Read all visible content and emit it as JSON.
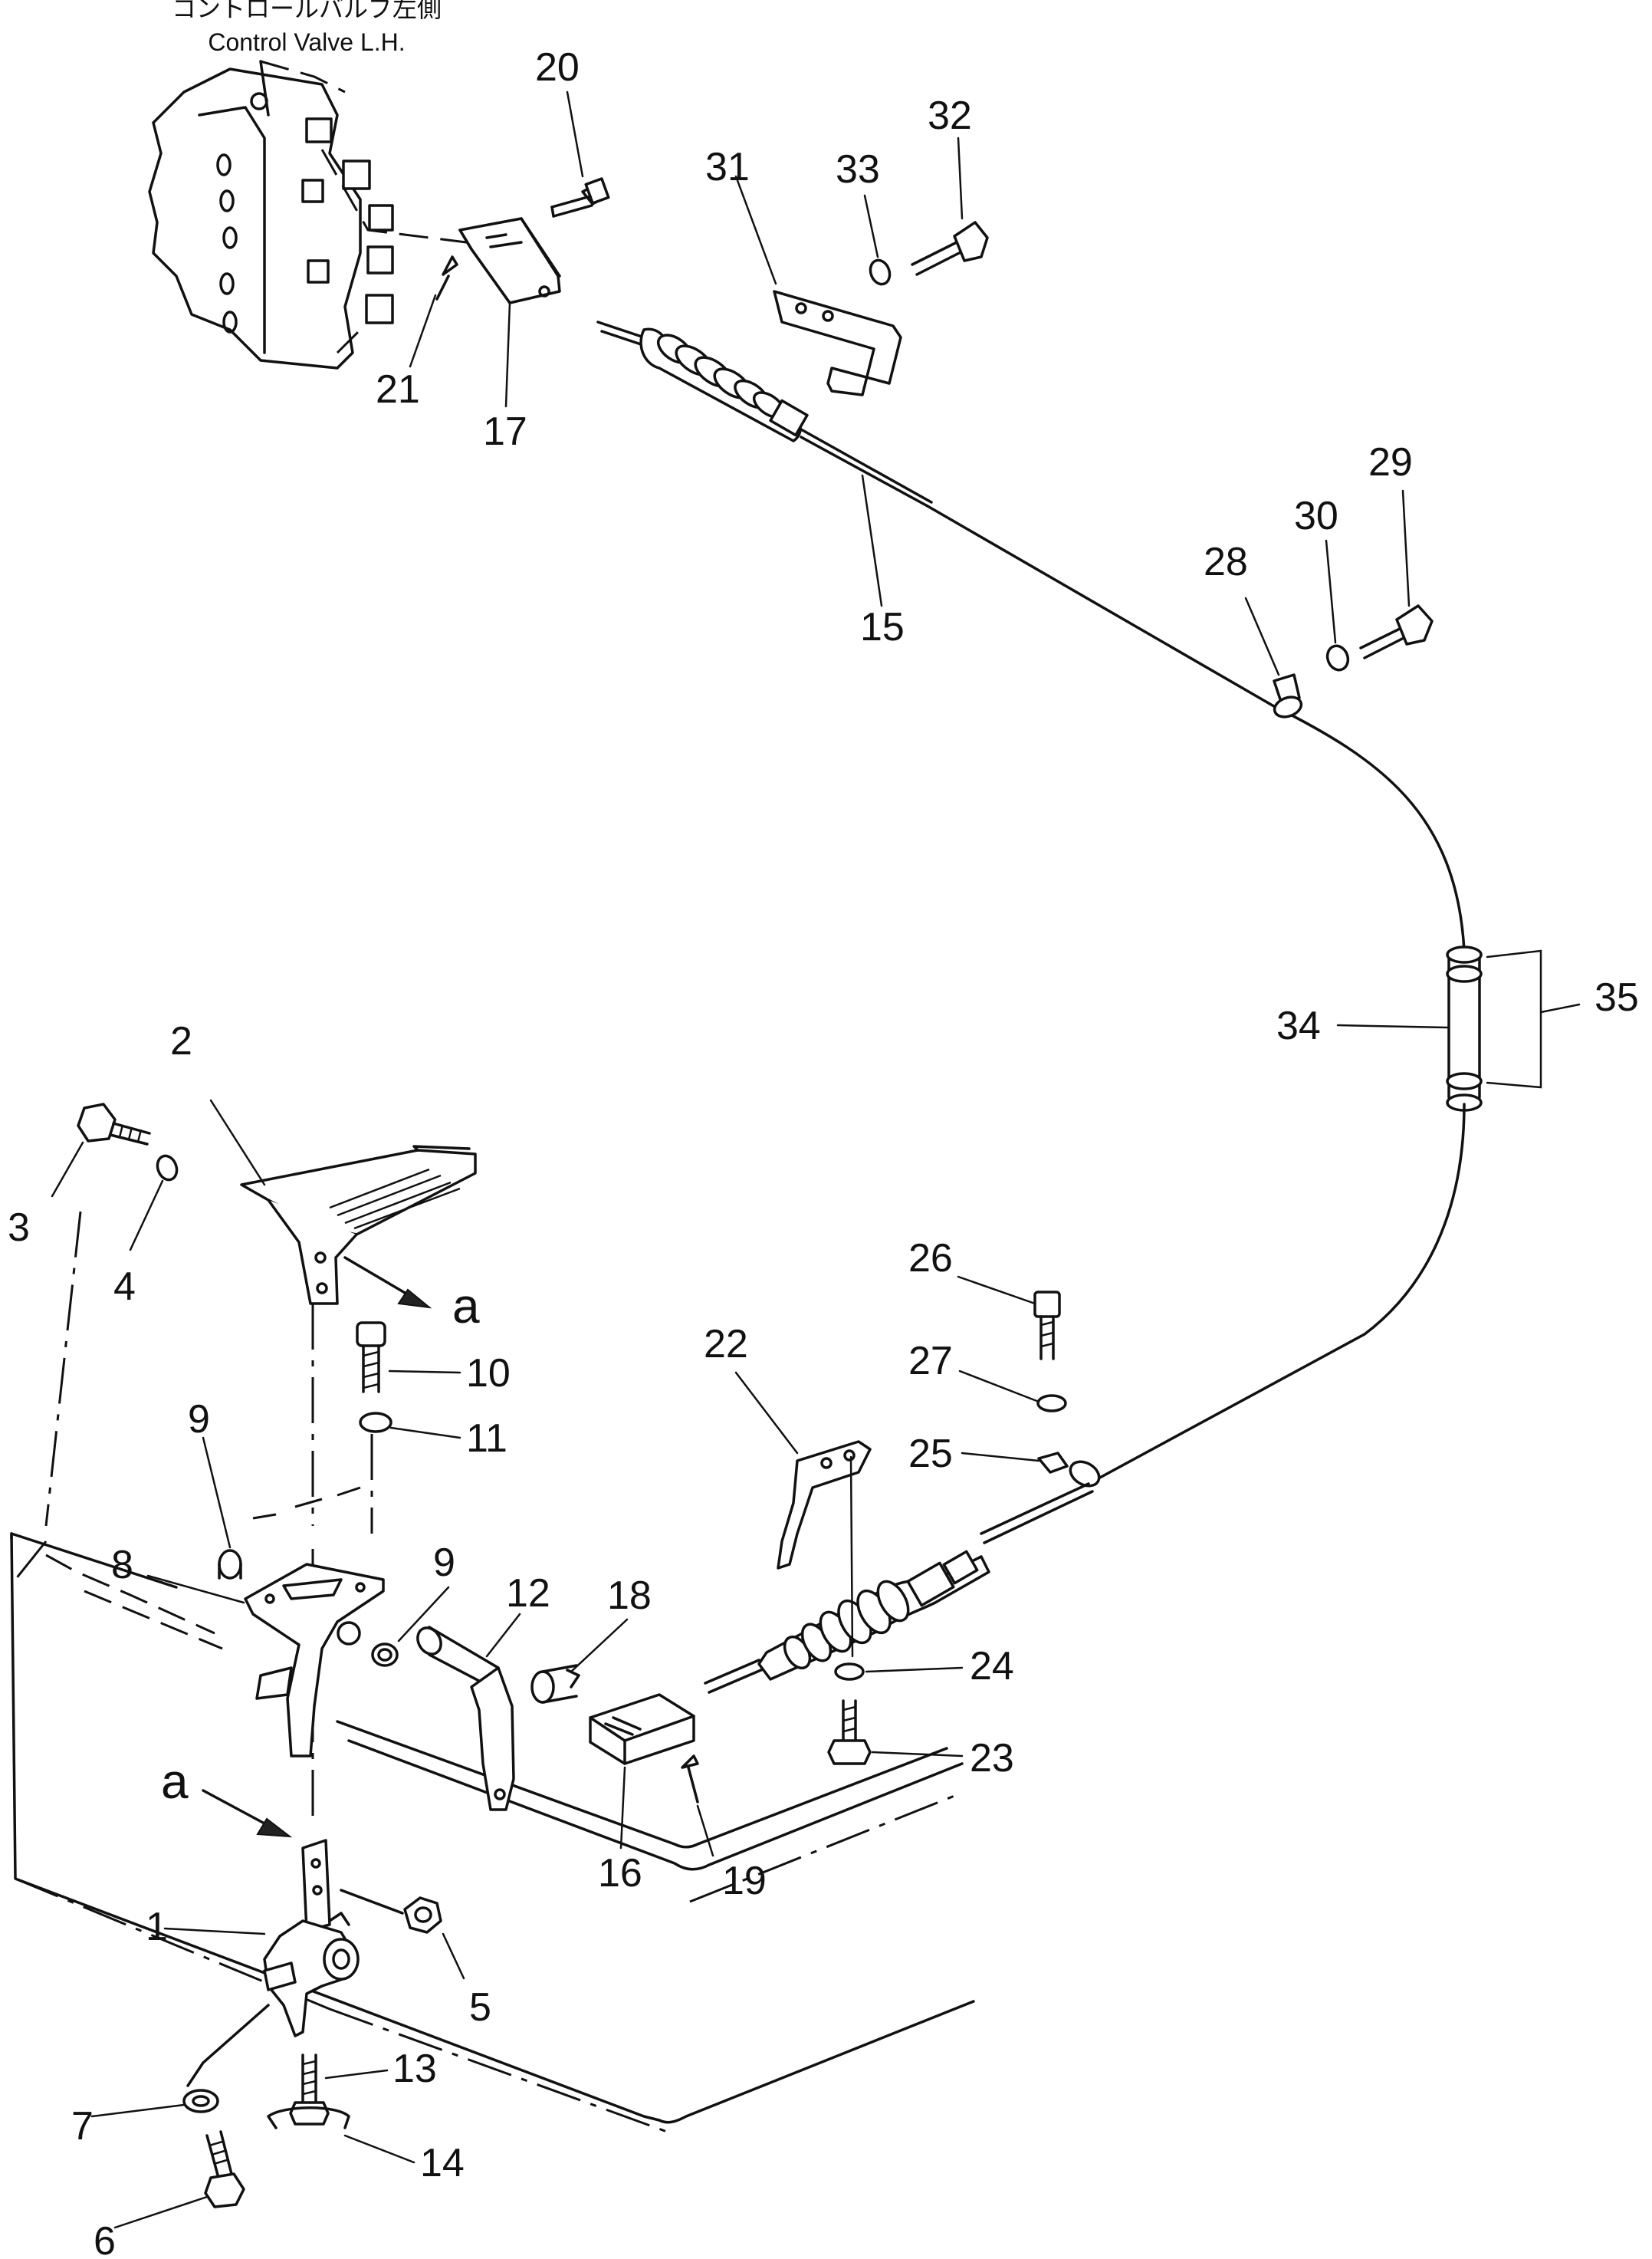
{
  "header": {
    "title_jp": "コントロールバルブ左側",
    "title_en": "Control Valve L.H."
  },
  "part_numbers": [
    "1",
    "2",
    "3",
    "4",
    "5",
    "6",
    "7",
    "8",
    "9",
    "9",
    "10",
    "11",
    "12",
    "13",
    "14",
    "15",
    "16",
    "17",
    "18",
    "19",
    "20",
    "21",
    "22",
    "23",
    "24",
    "25",
    "26",
    "27",
    "28",
    "29",
    "30",
    "31",
    "32",
    "33",
    "34",
    "35"
  ],
  "view_markers": [
    "a",
    "a"
  ]
}
